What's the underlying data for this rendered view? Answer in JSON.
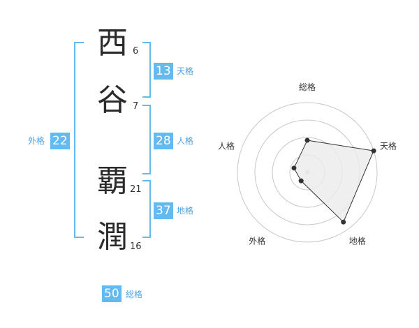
{
  "name_chars": [
    {
      "char": "西",
      "strokes": "6"
    },
    {
      "char": "谷",
      "strokes": "7"
    },
    {
      "char": "覇",
      "strokes": "21"
    },
    {
      "char": "潤",
      "strokes": "16"
    }
  ],
  "kakusu": {
    "tenkaku": {
      "value": "13",
      "label": "天格"
    },
    "jinkaku": {
      "value": "28",
      "label": "人格"
    },
    "chikaku": {
      "value": "37",
      "label": "地格"
    },
    "gaikaku": {
      "value": "22",
      "label": "外格"
    },
    "soukaku": {
      "value": "50",
      "label": "総格"
    }
  },
  "colors": {
    "accent": "#64b9ee",
    "text": "#2b2b2b",
    "grid": "#c8c8c8",
    "fill": "#ebebeb"
  },
  "chart_data": {
    "type": "radar",
    "axes": [
      "総格",
      "天格",
      "地格",
      "外格",
      "人格"
    ],
    "values": [
      0.46,
      1.0,
      0.88,
      0.15,
      0.2
    ],
    "rings": 4,
    "grid": true
  }
}
